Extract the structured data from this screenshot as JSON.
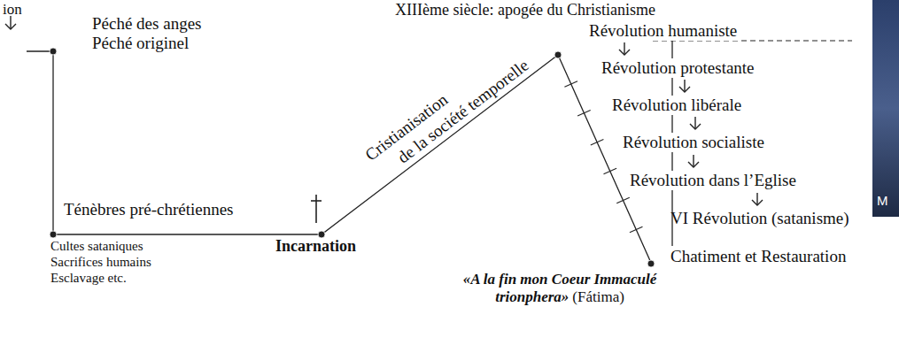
{
  "diagram": {
    "labels": [
      "ion",
      "Péché des anges",
      "Péché originel",
      "XIIIème siècle: apogée du Christianisme",
      "Cristianisation",
      "de la société temporelle",
      "Révolution humaniste",
      "Révolution protestante",
      "Révolution libérale",
      "Révolution socialiste",
      "Révolution dans l’Eglise",
      "VI Révolution (satanisme)",
      "Ténèbres pré-chrétiennes",
      "Cultes sataniques",
      "Sacrifices humains",
      "Esclavage etc.",
      "Incarnation",
      "Chatiment et Restauration",
      "«A la fin mon Coeur Immaculé trionphera»",
      "(Fátima)",
      "M"
    ]
  }
}
